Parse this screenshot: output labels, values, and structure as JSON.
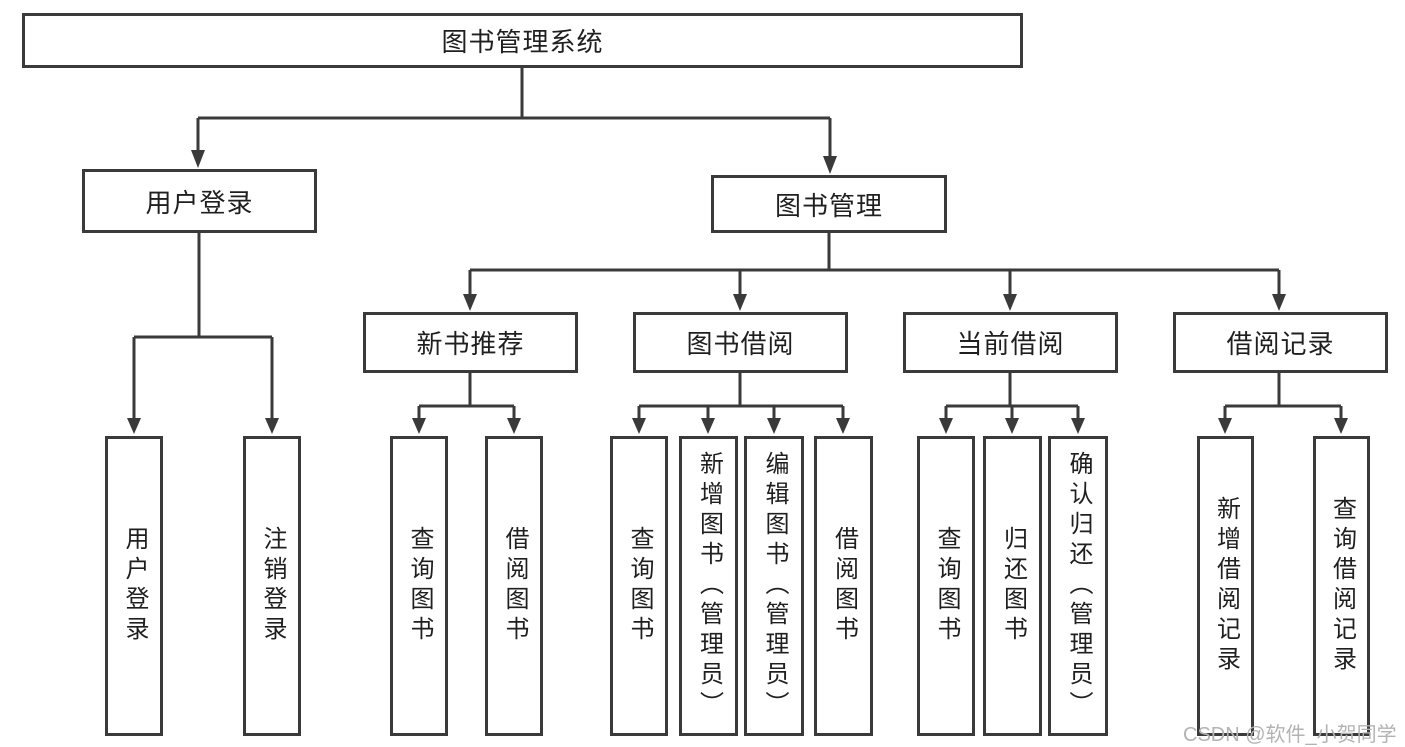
{
  "diagram": {
    "root": {
      "label": "图书管理系统"
    },
    "branches": [
      {
        "label": "用户登录",
        "children": [
          {
            "label": "用户登录"
          },
          {
            "label": "注销登录"
          }
        ]
      },
      {
        "label": "图书管理",
        "children": [
          {
            "label": "新书推荐",
            "children": [
              {
                "label": "查询图书"
              },
              {
                "label": "借阅图书"
              }
            ]
          },
          {
            "label": "图书借阅",
            "children": [
              {
                "label": "查询图书"
              },
              {
                "label": "新增图书（管理员）"
              },
              {
                "label": "编辑图书（管理员）"
              },
              {
                "label": "借阅图书"
              }
            ]
          },
          {
            "label": "当前借阅",
            "children": [
              {
                "label": "查询图书"
              },
              {
                "label": "归还图书"
              },
              {
                "label": "确认归还（管理员）"
              }
            ]
          },
          {
            "label": "借阅记录",
            "children": [
              {
                "label": "新增借阅记录"
              },
              {
                "label": "查询借阅记录"
              }
            ]
          }
        ]
      }
    ]
  },
  "watermark": {
    "text": "CSDN @软件_小贺同学"
  },
  "colors": {
    "line": "#3a3a3a",
    "box_border": "#3a3a3a",
    "text": "#1f1f1f",
    "watermark": "#b3b3b3",
    "background": "#ffffff"
  }
}
